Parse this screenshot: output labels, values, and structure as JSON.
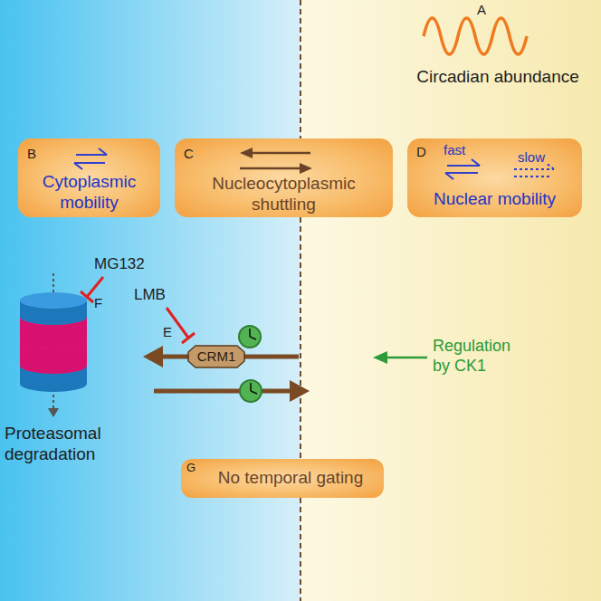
{
  "diagram": {
    "nodes": [
      {
        "text": [
          "B",
          "Cytoplasmic mobility"
        ]
      },
      {
        "text": [
          "C",
          "Nucleocytoplasmic shuttling"
        ]
      },
      {
        "text": [
          "D",
          "fast",
          "slow",
          "Nuclear mobility"
        ]
      },
      {
        "text": [
          "CRM1"
        ]
      },
      {
        "text": [
          "G",
          "No temporal gating"
        ]
      }
    ],
    "labels": [
      "A",
      "Circadian abundance",
      "MG132",
      "F",
      "Proteasomal degradation",
      "LMB",
      "E",
      "Regulation by CK1"
    ]
  }
}
